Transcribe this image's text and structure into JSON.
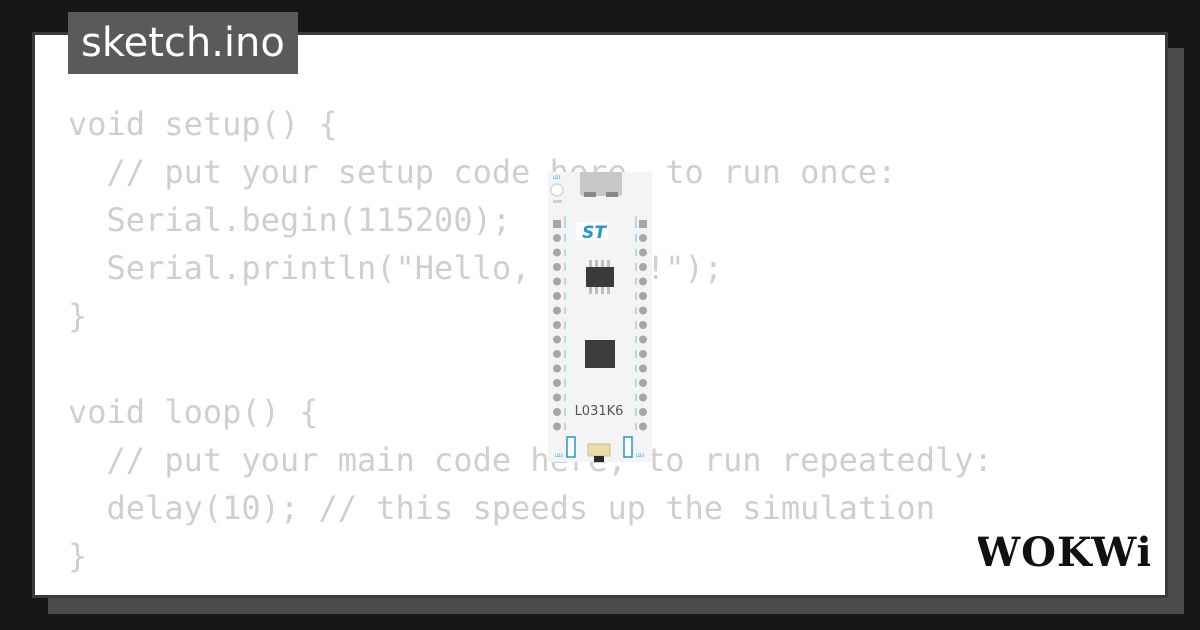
{
  "file": {
    "name": "sketch.ino"
  },
  "code": {
    "lines": [
      "void setup() {",
      "  // put your setup code here, to run once:",
      "  Serial.begin(115200);",
      "  Serial.println(\"Hello, World!\");",
      "}",
      "",
      "void loop() {",
      "  // put your main code here, to run repeatedly:",
      "  delay(10); // this speeds up the simulation",
      "}"
    ]
  },
  "board": {
    "model": "L031K6",
    "brand_mark": "ST",
    "led_label": "LD1",
    "bottom_led_left": "LD2",
    "bottom_led_right": "LD3"
  },
  "brand": {
    "logo_text": "WOKWi"
  },
  "colors": {
    "background": "#161616",
    "card": "#ffffff",
    "tab": "#5a5a5a",
    "code_text": "#cfcfcf",
    "st_blue": "#2196d9"
  }
}
